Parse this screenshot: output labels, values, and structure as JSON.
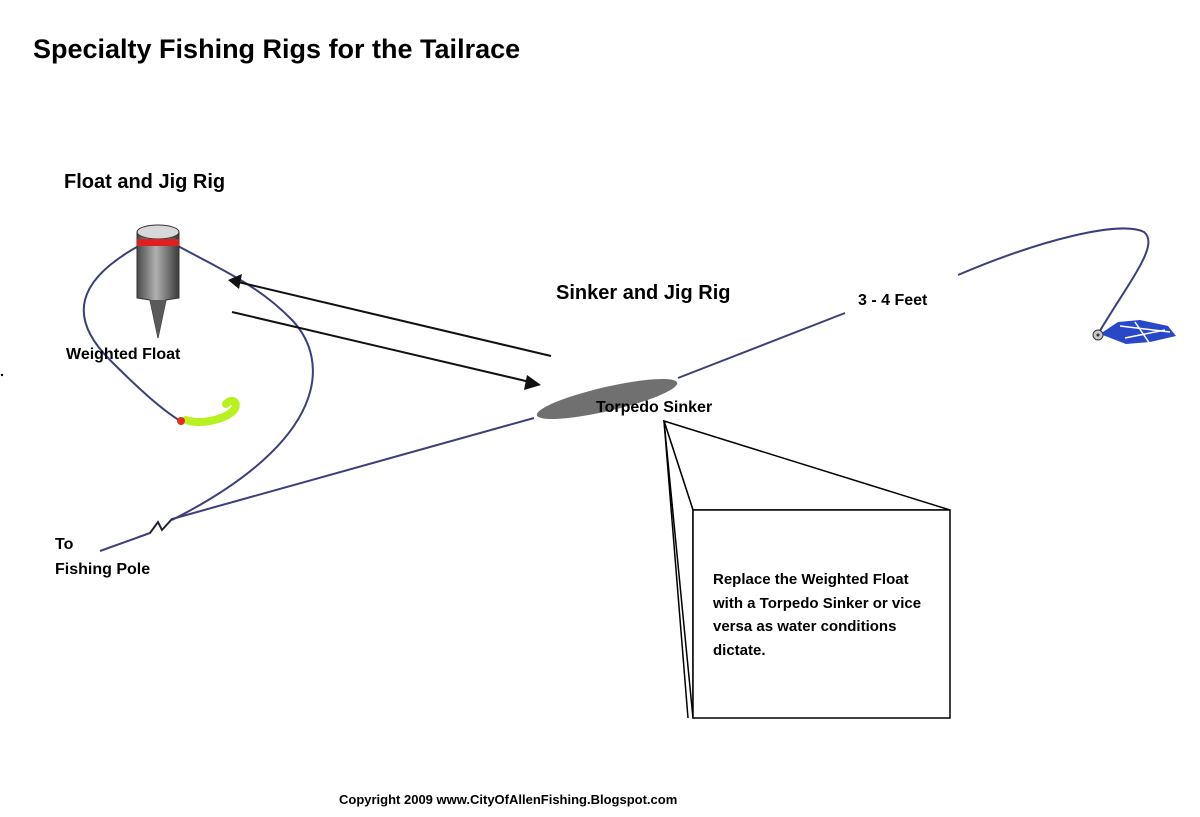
{
  "title": "Specialty Fishing Rigs for the Tailrace",
  "float_rig": {
    "heading": "Float and Jig Rig",
    "float_label": "Weighted Float"
  },
  "sinker_rig": {
    "heading": "Sinker and Jig Rig",
    "sinker_label": "Torpedo Sinker",
    "length_label": "3 - 4 Feet"
  },
  "pole_label": {
    "line1": "To",
    "line2": "Fishing Pole"
  },
  "note": "Replace the Weighted Float with a Torpedo Sinker or vice versa as water conditions dictate.",
  "copyright": "Copyright 2009 www.CityOfAllenFishing.Blogspot.com",
  "colors": {
    "line": "#3b3f7a",
    "float_body": "#7a7a7a",
    "float_band": "#e02020",
    "jig_tail": "#b8f020",
    "jig_head": "#e03020",
    "sinker": "#707070",
    "lure": "#2848c8",
    "arrow": "#111111"
  }
}
